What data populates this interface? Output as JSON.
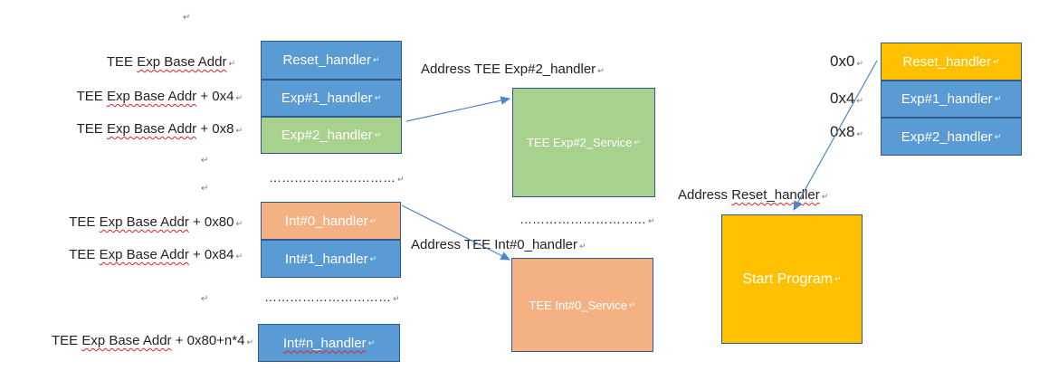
{
  "left": {
    "labels": [
      {
        "name": "tee-exp-base",
        "prefix": "TEE ",
        "squig": "Exp Base Addr",
        "suffix": ""
      },
      {
        "name": "tee-exp-base-0x4",
        "prefix": "TEE ",
        "squig": "Exp Base Addr",
        "suffix": " + 0x4"
      },
      {
        "name": "tee-exp-base-0x8",
        "prefix": "TEE ",
        "squig": "Exp Base Addr",
        "suffix": " + 0x8"
      },
      {
        "name": "tee-exp-base-0x80",
        "prefix": "TEE ",
        "squig": "Exp Base Addr",
        "suffix": " + 0x80"
      },
      {
        "name": "tee-exp-base-0x84",
        "prefix": "TEE ",
        "squig": "Exp Base Addr",
        "suffix": " + 0x84"
      },
      {
        "name": "tee-exp-base-0x80-n4",
        "prefix": "TEE ",
        "squig": "Exp Base Addr",
        "suffix": " + 0x80+n*4"
      }
    ],
    "table": {
      "reset": "Reset_handler",
      "exp1": "Exp#1_handler",
      "exp2": "Exp#2_handler",
      "dots1": "…………………………",
      "int0": "Int#0_handler",
      "int1": "Int#1_handler",
      "dots2": "…………………………",
      "intn": "Int#n_handler"
    }
  },
  "middle": {
    "addr_exp2": "Address TEE Exp#2_handler",
    "exp2_service": "TEE Exp#2_Service",
    "dots": "…………………………",
    "addr_int0": "Address TEE Int#0_handler",
    "int0_service": "TEE Int#0_Service"
  },
  "right": {
    "offsets": [
      "0x0",
      "0x4",
      "0x8"
    ],
    "table": {
      "reset": "Reset_handler",
      "exp1": "Exp#1_handler",
      "exp2": "Exp#2_handler"
    },
    "addr_reset_prefix": "Address ",
    "addr_reset_squig": "Reset_handler",
    "start_program": "Start Program"
  },
  "colors": {
    "blue": "#5b9bd5",
    "green": "#a9d18e",
    "orange": "#f4b183",
    "yellow": "#ffc000",
    "arrow": "#4a86c8"
  }
}
